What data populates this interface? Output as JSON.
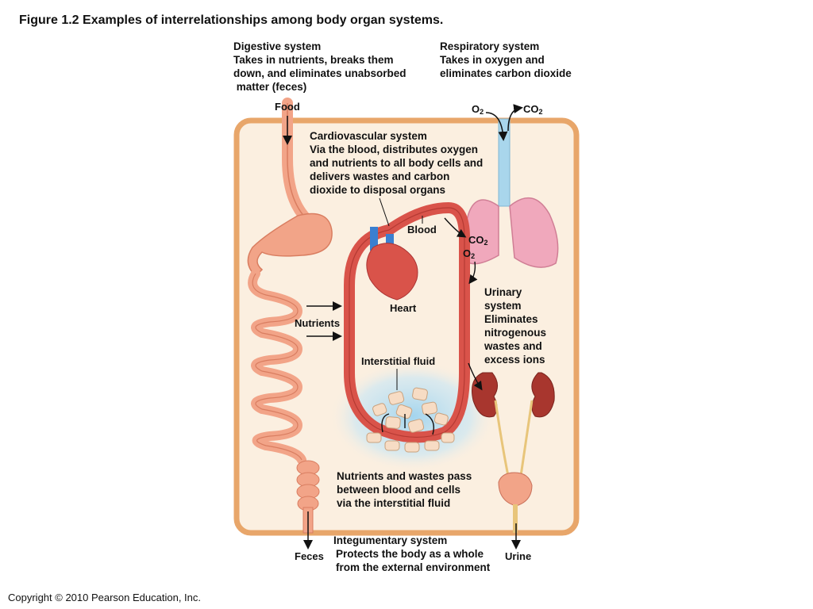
{
  "figure": {
    "title": "Figure 1.2  Examples of interrelationships among body organ systems."
  },
  "digestive": {
    "heading": "Digestive system",
    "lines": [
      "Takes in nutrients, breaks them",
      "down, and eliminates unabsorbed",
      " matter (feces)"
    ]
  },
  "respiratory": {
    "heading": "Respiratory system",
    "lines": [
      "Takes in oxygen and",
      "eliminates carbon dioxide"
    ]
  },
  "cardiovascular": {
    "heading": "Cardiovascular system",
    "lines": [
      "Via the blood, distributes oxygen",
      "and nutrients to all body cells and",
      "delivers wastes and carbon",
      "dioxide to disposal organs"
    ]
  },
  "urinary": {
    "heading_lines": [
      "Urinary",
      "system"
    ],
    "lines": [
      "Eliminates",
      "nitrogenous",
      "wastes and",
      "excess ions"
    ]
  },
  "integumentary": {
    "heading": "Integumentary system",
    "lines": [
      "Protects the body as a whole",
      "from the external environment"
    ]
  },
  "exchange": {
    "lines": [
      "Nutrients and wastes pass",
      "between blood and cells",
      "via the interstitial fluid"
    ]
  },
  "labels": {
    "food": "Food",
    "o2_in": "O",
    "o2_in_sub": "2",
    "co2_out": "CO",
    "co2_out_sub": "2",
    "blood": "Blood",
    "co2_lung": "CO",
    "co2_lung_sub": "2",
    "o2_lung": "O",
    "o2_lung_sub": "2",
    "heart": "Heart",
    "nutrients": "Nutrients",
    "interstitial_fluid": "Interstitial fluid",
    "feces": "Feces",
    "urine": "Urine"
  },
  "colors": {
    "body_outline": "#e8a66a",
    "body_fill": "#fbefe0",
    "vessel": "#d9534a",
    "vessel_dark": "#b53a33",
    "gut": "#f2a488",
    "gut_dark": "#d97d60",
    "lung": "#f0a8bc",
    "trachea": "#a9d6ec",
    "kidney": "#a8362e",
    "fluid": "#9fd3ef"
  },
  "footer": {
    "copyright": "Copyright © 2010 Pearson Education, Inc."
  }
}
